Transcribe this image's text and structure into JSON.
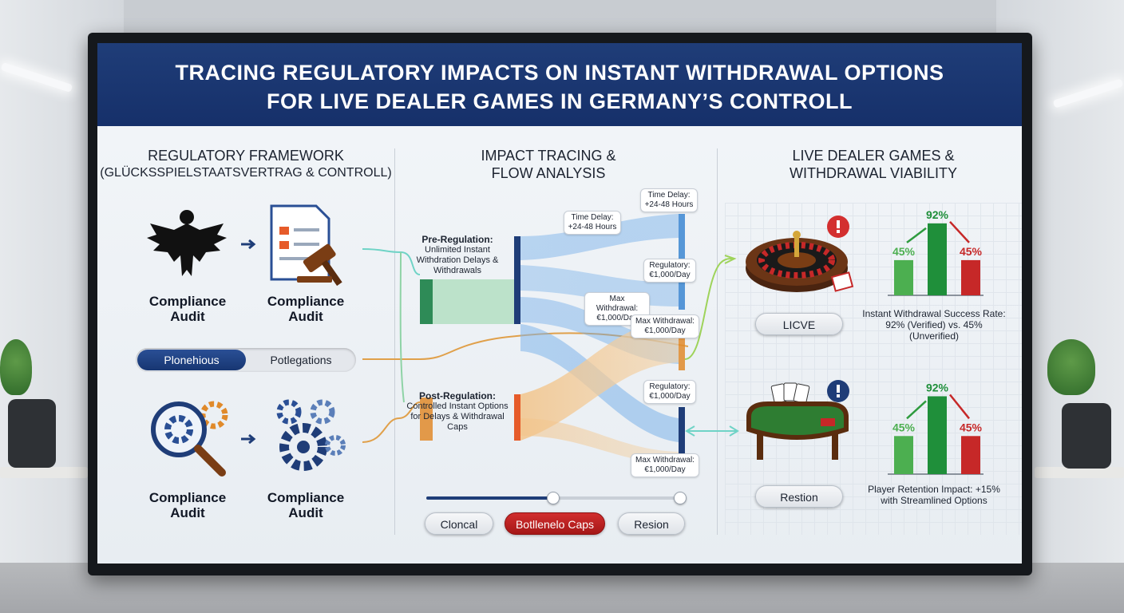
{
  "title": {
    "line1": "TRACING REGULATORY IMPACTS ON INSTANT WITHDRAWAL OPTIONS",
    "line2": "FOR LIVE DEALER GAMES IN GERMANY’S CONTROLL"
  },
  "left": {
    "heading1": "REGULATORY FRAMEWORK",
    "heading2": "(GLÜCKSSPIELSTAATSVERTRAG & CONTROLL)",
    "captions": [
      "Compliance Audit",
      "Compliance Audit",
      "Compliance Audit",
      "Compliance Audit"
    ],
    "toggle": {
      "active": "Plonehious",
      "inactive": "Potlegations"
    }
  },
  "middle": {
    "heading1": "IMPACT TRACING &",
    "heading2": "FLOW ANALYSIS",
    "pre_regulation": {
      "title": "Pre-Regulation:",
      "body": "Unlimited Instant Withdration Delays & Withdrawals"
    },
    "post_regulation": {
      "title": "Post-Regulation:",
      "body": "Controlled Instant Options for Delays & Withdrawal Caps"
    },
    "bubbles": {
      "time_delay_1": "Time Delay: +24-48 Hours",
      "time_delay_2": "Time Delay: +24-48 Hours",
      "regulatory_1": "Regulatory: €1,000/Day",
      "max_withdrawal_1": "Max Withdrawal: €1,000/Day",
      "max_withdrawal_2": "Max Withdrawal: €1,000/Day",
      "regulatory_2": "Regulatory: €1,000/Day",
      "max_withdrawal_3": "Max Withdrawal: €1,000/Day"
    },
    "slider": {
      "value": 0.5
    },
    "buttons": [
      "Cloncal",
      "Botllenelo Caps",
      "Resion"
    ],
    "colors": {
      "pre": "#2e8b57",
      "post": "#e08a2a",
      "flow_blue": "#2f7fd0",
      "navy": "#1f3d78"
    }
  },
  "right": {
    "heading1": "LIVE DEALER GAMES &",
    "heading2": "WITHDRAWAL VIABILITY",
    "roulette_label": "LICVE",
    "table_label": "Restion",
    "chart_caption_top": "Instant Withdrawal Success Rate: 92% (Verified) vs. 45% (Unverified)",
    "chart_caption_bottom": "Player Retention Impact: +15% with Streamlined Options"
  },
  "chart_data": [
    {
      "type": "bar",
      "categories": [
        "",
        "",
        ""
      ],
      "values": [
        45,
        92,
        45
      ],
      "labels": [
        "45%",
        "92%",
        "45%"
      ],
      "colors": [
        "#4caf50",
        "#1f8f3a",
        "#c62828"
      ],
      "ylim": [
        0,
        100
      ]
    },
    {
      "type": "bar",
      "categories": [
        "",
        "",
        ""
      ],
      "values": [
        45,
        92,
        45
      ],
      "labels": [
        "45%",
        "92%",
        "45%"
      ],
      "colors": [
        "#4caf50",
        "#1f8f3a",
        "#c62828"
      ],
      "ylim": [
        0,
        100
      ]
    }
  ]
}
